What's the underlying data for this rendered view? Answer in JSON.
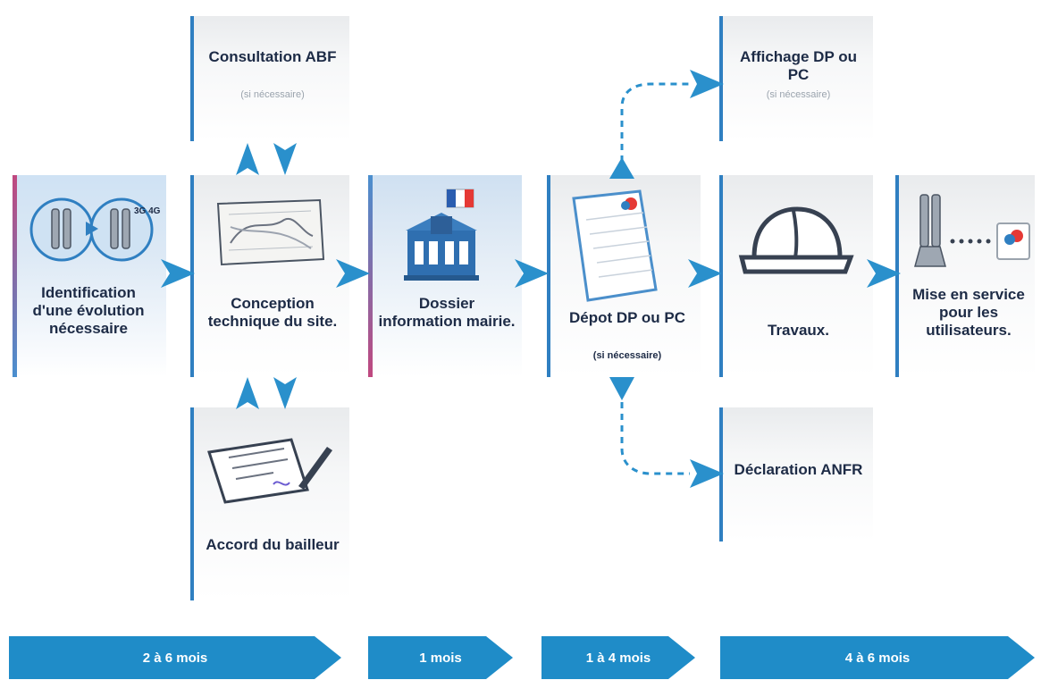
{
  "steps": {
    "identification": {
      "label": "Identification d'une évolution nécessaire",
      "badge": "3G 4G"
    },
    "conception": {
      "label": "Conception technique du site."
    },
    "consultation": {
      "title": "Consultation ABF",
      "note": "(si nécessaire)"
    },
    "accord": {
      "label": "Accord du bailleur"
    },
    "dossier": {
      "label": "Dossier information mairie."
    },
    "depot": {
      "title": "Dépot DP ou PC",
      "note": "(si nécessaire)"
    },
    "affichage": {
      "title": "Affichage DP ou PC",
      "note": "(si nécessaire)"
    },
    "travaux": {
      "label": "Travaux."
    },
    "declaration": {
      "label": "Déclaration ANFR"
    },
    "mise": {
      "label": "Mise en service pour les utilisateurs."
    }
  },
  "timeline": [
    "2 à 6 mois",
    "1 mois",
    "1 à 4 mois",
    "4 à 6 mois"
  ],
  "colors": {
    "accent": "#2f7fc1",
    "arrow": "#2a90cc",
    "text": "#1d2b46",
    "timeline": "#1f8cc8",
    "pink": "#c0487f"
  }
}
